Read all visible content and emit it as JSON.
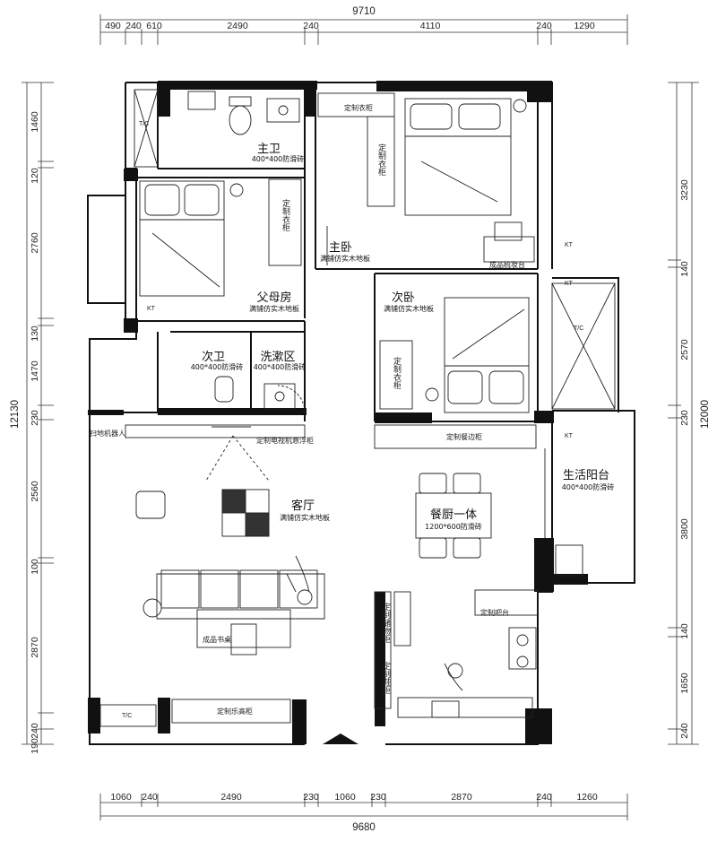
{
  "dimensions": {
    "top_total": "9710",
    "top_segments": [
      "490",
      "240",
      "610",
      "2490",
      "240",
      "4110",
      "240",
      "1290"
    ],
    "bottom_total": "9680",
    "bottom_segments": [
      "1060",
      "240",
      "2490",
      "230",
      "1060",
      "230",
      "2870",
      "240",
      "1260"
    ],
    "left_total": "12130",
    "left_segments": [
      "1460",
      "120",
      "2760",
      "130",
      "1470",
      "230",
      "2560",
      "100",
      "2870",
      "240",
      "190"
    ],
    "right_total": "12000",
    "right_segments": [
      "3230",
      "140",
      "2570",
      "230",
      "3800",
      "140",
      "1650",
      "240"
    ]
  },
  "rooms": {
    "master_bath": {
      "name": "主卫",
      "sub": "400*400防滑砖"
    },
    "master_bedroom": {
      "name": "主卧",
      "sub": "满铺仿实木地板"
    },
    "parents_room": {
      "name": "父母房",
      "sub": "满铺仿实木地板"
    },
    "second_bedroom": {
      "name": "次卧",
      "sub": "满铺仿实木地板"
    },
    "second_bath": {
      "name": "次卫",
      "sub": "400*400防滑砖"
    },
    "wash_area": {
      "name": "洗漱区",
      "sub": "400*400防滑砖"
    },
    "living_room": {
      "name": "客厅",
      "sub": "满铺仿实木地板"
    },
    "dining_kitchen": {
      "name": "餐厨一体",
      "sub": "1200*600防滑砖"
    },
    "balcony": {
      "name": "生活阳台",
      "sub": "400*400防滑砖"
    }
  },
  "labels": {
    "custom_wardrobe_top": "定制衣柜",
    "custom_wardrobe_master": "定制衣柜",
    "custom_wardrobe_parents": "定制衣柜",
    "custom_wardrobe_second": "定制衣柜",
    "dresser": "成品梳妆台",
    "tv_cabinet": "定制电视机悬浮柜",
    "sideboard": "定制餐边柜",
    "high_cabinet": "定制乐高柜",
    "desk": "成品书桌",
    "bar_counter": "定制吧台",
    "storage_cabinet": "定制储物柜",
    "shoe_cabinet": "定制鞋柜",
    "robot_vacuum": "扫地机器人",
    "kt": "KT",
    "tc": "T/C"
  }
}
